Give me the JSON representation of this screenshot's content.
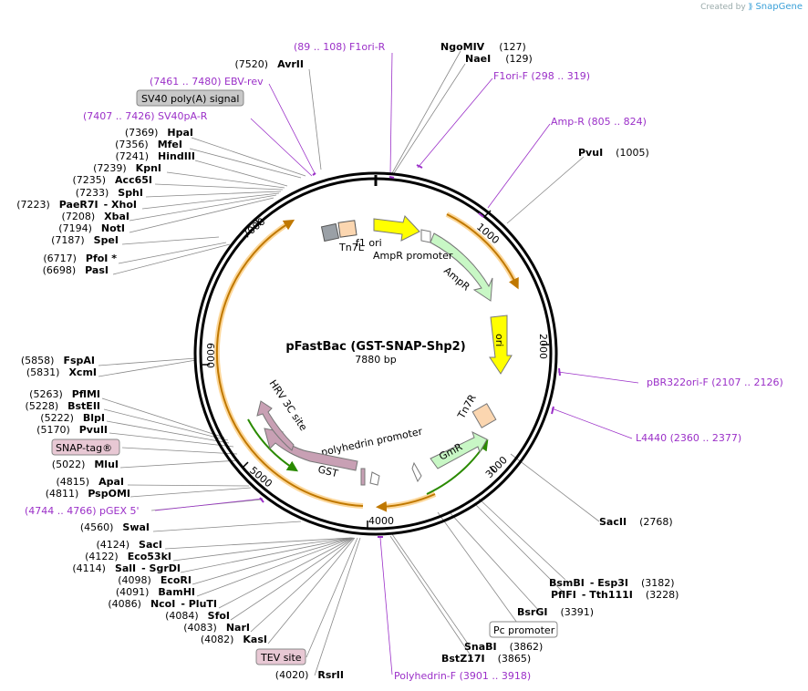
{
  "header": {
    "credit_text": "Created by",
    "brand": "SnapGene"
  },
  "plasmid": {
    "name": "pFastBac (GST-SNAP-Shp2)",
    "length_label": "7880 bp"
  },
  "ticks": [
    "1000",
    "2000",
    "3000",
    "4000",
    "5000",
    "6000",
    "7000"
  ],
  "features": {
    "tn7l": "Tn7L",
    "f1ori": "f1 ori",
    "ampr_promoter": "AmpR promoter",
    "ampr": "AmpR",
    "ori": "ori",
    "tn7r": "Tn7R",
    "gmr": "GmR",
    "polyhedrin_promoter": "polyhedrin promoter",
    "gst": "GST",
    "hrv": "HRV 3C site"
  },
  "boxed": {
    "sv40polya": "SV40 poly(A) signal",
    "snaptag": "SNAP-tag®",
    "tevsite": "TEV site",
    "pcpromoter": "Pc promoter"
  },
  "primers": {
    "f1orir": "(89 .. 108)  F1ori-R",
    "ebvrev": "(7461 .. 7480)  EBV-rev",
    "sv40par": "(7407 .. 7426)  SV40pA-R",
    "f1orif": "F1ori-F    (298 .. 319)",
    "ampr": "Amp-R    (805 .. 824)",
    "pbr322": "pBR322ori-F    (2107 .. 2126)",
    "l4440": "L4440    (2360 .. 2377)",
    "pgex": "(4744 .. 4766)  pGEX 5'",
    "polyf": "Polyhedrin-F    (3901 .. 3918)"
  },
  "sites": {
    "avrii": {
      "pos": "(7520)",
      "name": "AvrII"
    },
    "ngomiv": {
      "name": "NgoMIV",
      "pos": "(127)"
    },
    "naei": {
      "name": "NaeI",
      "pos": "(129)"
    },
    "pvui_r": {
      "name": "PvuI",
      "pos": "(1005)"
    },
    "hpai": {
      "pos": "(7369)",
      "name": "HpaI"
    },
    "mfei": {
      "pos": "(7356)",
      "name": "MfeI"
    },
    "hindiii": {
      "pos": "(7241)",
      "name": "HindIII"
    },
    "kpni": {
      "pos": "(7239)",
      "name": "KpnI"
    },
    "acc65i": {
      "pos": "(7235)",
      "name": "Acc65I"
    },
    "sphi": {
      "pos": "(7233)",
      "name": "SphI"
    },
    "paer7i": {
      "pos": "(7223)",
      "name": "PaeR7I",
      "extra": "- XhoI"
    },
    "xbai": {
      "pos": "(7208)",
      "name": "XbaI"
    },
    "noti": {
      "pos": "(7194)",
      "name": "NotI"
    },
    "spei": {
      "pos": "(7187)",
      "name": "SpeI"
    },
    "pfoi": {
      "pos": "(6717)",
      "name": "PfoI *"
    },
    "pasi": {
      "pos": "(6698)",
      "name": "PasI"
    },
    "fspai": {
      "pos": "(5858)",
      "name": "FspAI"
    },
    "xcmi": {
      "pos": "(5831)",
      "name": "XcmI"
    },
    "pflmi": {
      "pos": "(5263)",
      "name": "PflMI"
    },
    "bsteii": {
      "pos": "(5228)",
      "name": "BstEII"
    },
    "blpi": {
      "pos": "(5222)",
      "name": "BlpI"
    },
    "pvuii": {
      "pos": "(5170)",
      "name": "PvuII"
    },
    "mlui": {
      "pos": "(5022)",
      "name": "MluI"
    },
    "apai": {
      "pos": "(4815)",
      "name": "ApaI"
    },
    "pspomi": {
      "pos": "(4811)",
      "name": "PspOMI"
    },
    "swai": {
      "pos": "(4560)",
      "name": "SwaI"
    },
    "saci": {
      "pos": "(4124)",
      "name": "SacI"
    },
    "eco53ki": {
      "pos": "(4122)",
      "name": "Eco53kI"
    },
    "sali": {
      "pos": "(4114)",
      "name": "SalI",
      "extra": "- SgrDI"
    },
    "ecori": {
      "pos": "(4098)",
      "name": "EcoRI"
    },
    "bamhi": {
      "pos": "(4091)",
      "name": "BamHI"
    },
    "ncoi": {
      "pos": "(4086)",
      "name": "NcoI",
      "extra": "- PluTI"
    },
    "sfoi": {
      "pos": "(4084)",
      "name": "SfoI"
    },
    "nari": {
      "pos": "(4083)",
      "name": "NarI"
    },
    "kasi": {
      "pos": "(4082)",
      "name": "KasI"
    },
    "rsrii": {
      "pos": "(4020)",
      "name": "RsrII"
    },
    "sacii": {
      "name": "SacII",
      "pos": "(2768)"
    },
    "bsmbi": {
      "name": "BsmBI",
      "extra": "- Esp3I",
      "pos": "(3182)"
    },
    "pflfi": {
      "name": "PflFI",
      "extra": "- Tth111I",
      "pos": "(3228)"
    },
    "bsrgi": {
      "name": "BsrGI",
      "pos": "(3391)"
    },
    "snabi": {
      "name": "SnaBI",
      "pos": "(3862)"
    },
    "bstz17i": {
      "name": "BstZ17I",
      "pos": "(3865)"
    }
  },
  "colors": {
    "backbone": "#000000",
    "orf_arc": "#f5a623",
    "ori": "#ffff00",
    "ampr": "#c8f7c5",
    "gst": "#c8a0b4",
    "tn7": "#fbd6b0",
    "primer": "#9b30c8",
    "gmr_arc": "#33aa00"
  }
}
